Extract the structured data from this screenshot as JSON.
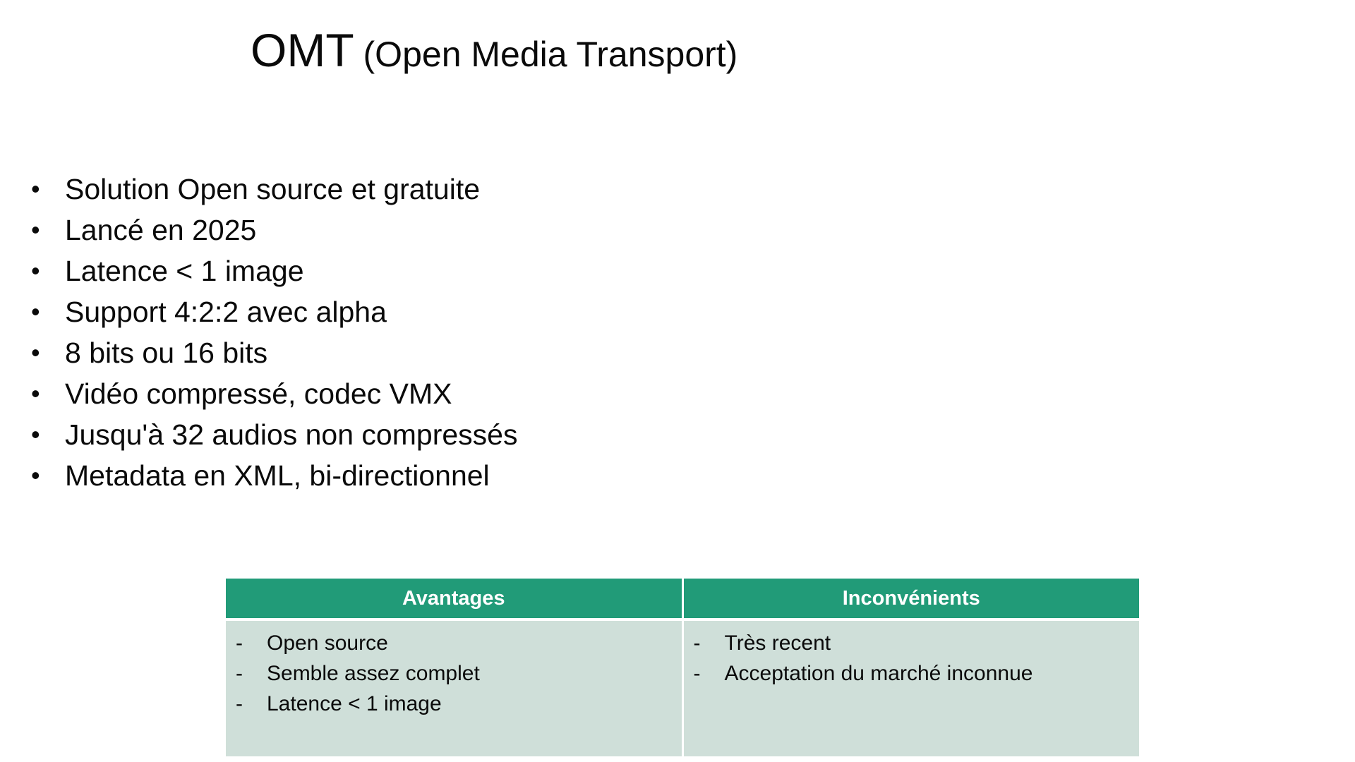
{
  "title": {
    "main": "OMT",
    "sub": "(Open Media Transport)"
  },
  "bullets": [
    "Solution Open source et gratuite",
    "Lancé en 2025",
    "Latence < 1 image",
    "Support 4:2:2 avec alpha",
    "8 bits ou 16 bits",
    "Vidéo compressé, codec VMX",
    "Jusqu'à 32 audios non compressés",
    "Metadata en XML, bi-directionnel"
  ],
  "table": {
    "header_color": "#219b78",
    "body_color": "#cfdfd9",
    "columns": [
      {
        "header": "Avantages",
        "items": [
          "Open source",
          "Semble assez complet",
          "Latence < 1 image"
        ]
      },
      {
        "header": "Inconvénients",
        "items": [
          "Très recent",
          "Acceptation du marché inconnue"
        ]
      }
    ]
  }
}
